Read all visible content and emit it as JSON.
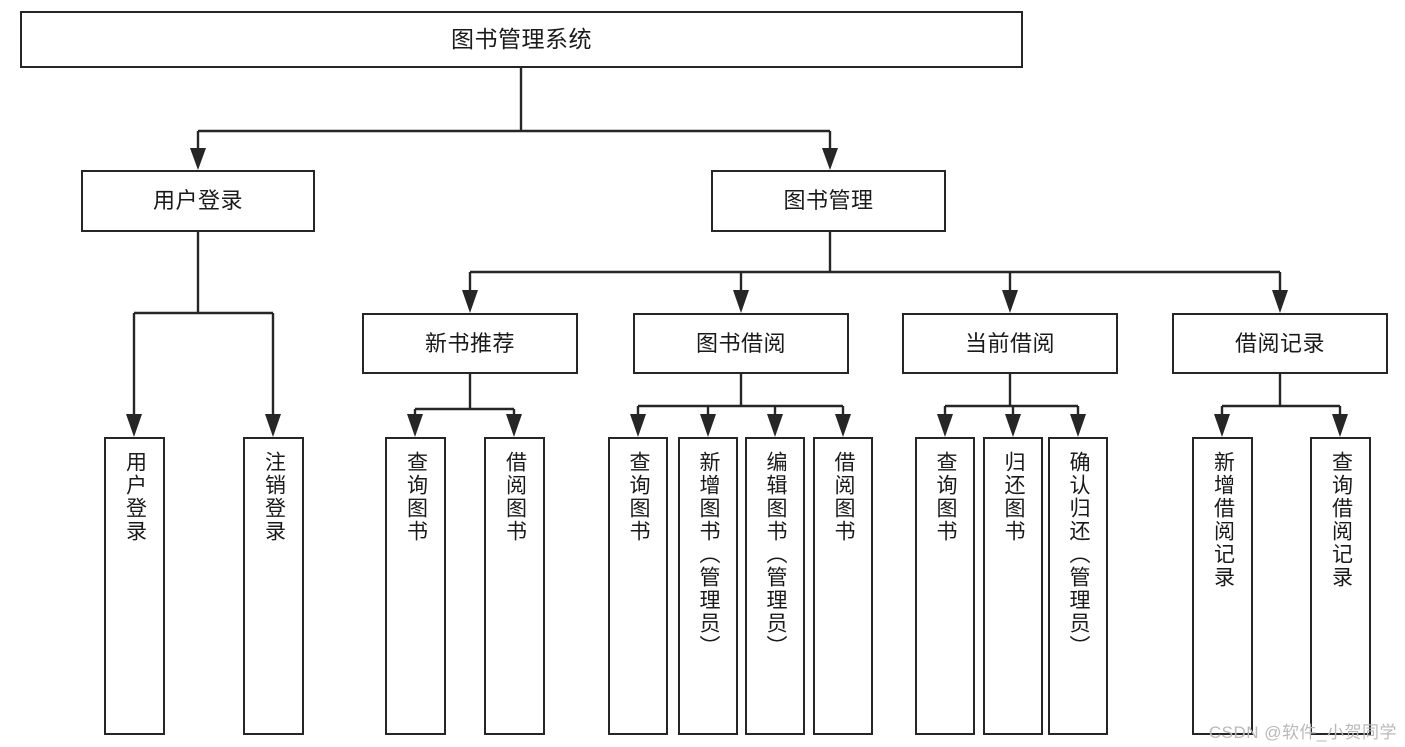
{
  "diagram": {
    "title": "图书管理系统",
    "type": "tree-hierarchy",
    "root": {
      "label": "图书管理系统"
    },
    "branches": [
      {
        "label": "用户登录"
      },
      {
        "label": "图书管理"
      }
    ],
    "subbranches": [
      {
        "label": "新书推荐"
      },
      {
        "label": "图书借阅"
      },
      {
        "label": "当前借阅"
      },
      {
        "label": "借阅记录"
      }
    ],
    "leaves": [
      {
        "label": "用户登录"
      },
      {
        "label": "注销登录"
      },
      {
        "label": "查询图书"
      },
      {
        "label": "借阅图书"
      },
      {
        "label": "查询图书"
      },
      {
        "label": "新增图书（管理员）"
      },
      {
        "label": "编辑图书（管理员）"
      },
      {
        "label": "借阅图书"
      },
      {
        "label": "查询图书"
      },
      {
        "label": "归还图书"
      },
      {
        "label": "确认归还（管理员）"
      },
      {
        "label": "新增借阅记录"
      },
      {
        "label": "查询借阅记录"
      }
    ]
  },
  "watermark": {
    "text": "CSDN @软件_小贺同学"
  },
  "colors": {
    "stroke": "#262626",
    "background": "#ffffff",
    "text": "#1a1a1a",
    "watermark": "#b9b9b9"
  }
}
